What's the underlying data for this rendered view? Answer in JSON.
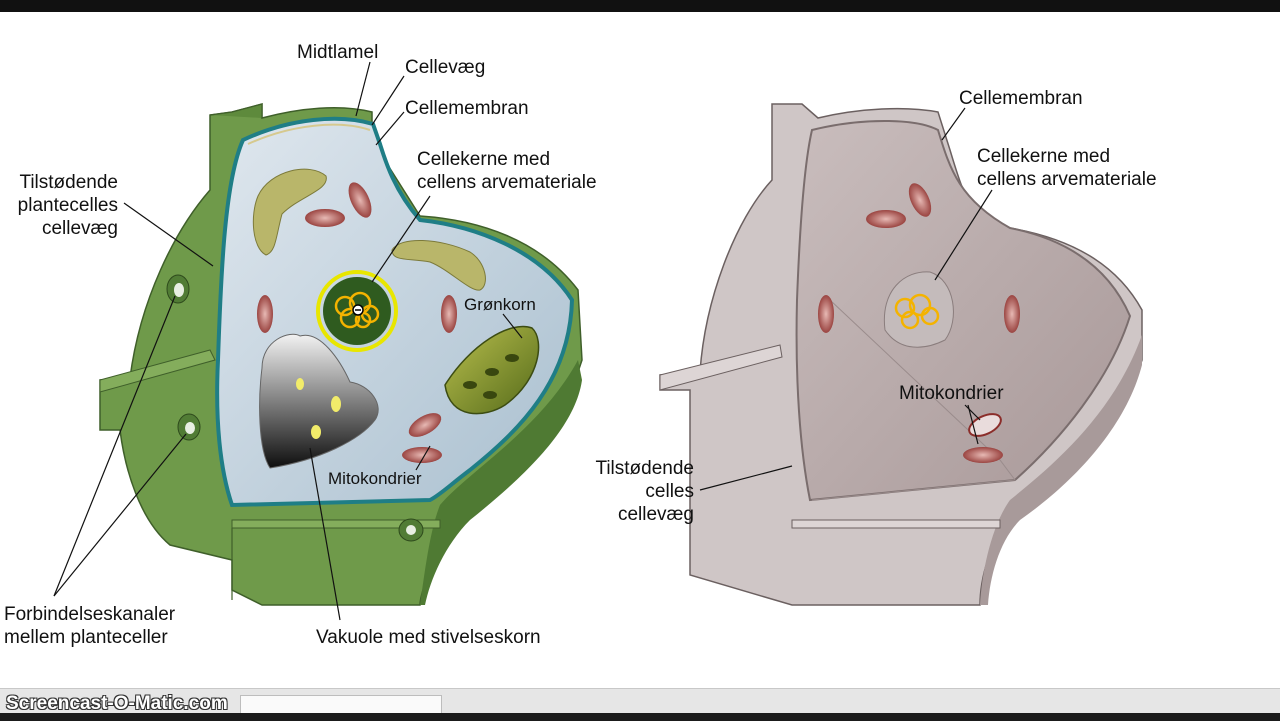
{
  "left_diagram": {
    "labels": {
      "midtlamel": "Midtlamel",
      "cellevaeg": "Cellevæg",
      "cellemembran": "Cellemembran",
      "cellekerne_1": "Cellekerne med",
      "cellekerne_2": "cellens arvemateriale",
      "tilstoedende_1": "Tilstødende",
      "tilstoedende_2": "plantecelles",
      "tilstoedende_3": "cellevæg",
      "groenkorn": "Grønkorn",
      "mitokondrier": "Mitokondrier",
      "forbindelse_1": "Forbindelseskanaler",
      "forbindelse_2": "mellem planteceller",
      "vakuole": "Vakuole med stivelseskorn"
    },
    "colors": {
      "wall": "#6f9a4a",
      "wall_dark": "#4f7a33",
      "interior": "#cfdce6",
      "nucleus_highlight": "#e8e600"
    }
  },
  "right_diagram": {
    "labels": {
      "cellemembran": "Cellemembran",
      "cellekerne_1": "Cellekerne med",
      "cellekerne_2": "cellens arvemateriale",
      "mitokondrier": "Mitokondrier",
      "tilstoedende_1": "Tilstødende",
      "tilstoedende_2": "celles",
      "tilstoedende_3": "cellevæg"
    },
    "colors": {
      "surface": "#cfc6c6",
      "inner": "#b5a7a7"
    }
  },
  "taskbar": {
    "brand": "Screencast-O-Matic.com"
  }
}
